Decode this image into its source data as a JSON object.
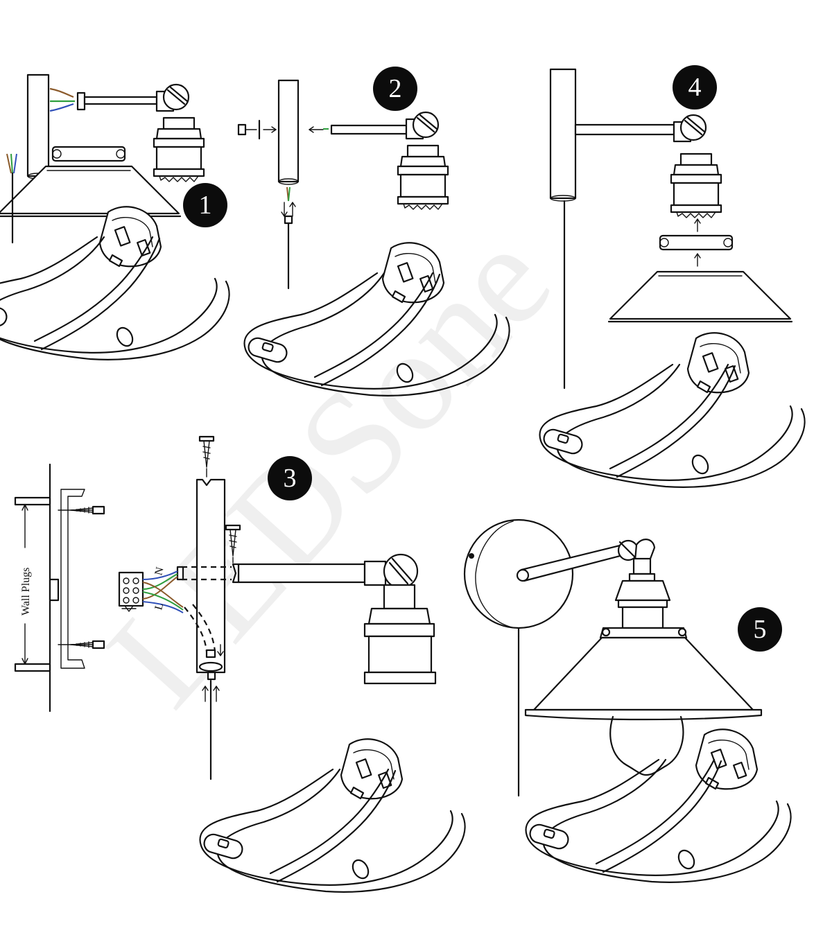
{
  "steps": [
    {
      "number": "1"
    },
    {
      "number": "2"
    },
    {
      "number": "3"
    },
    {
      "number": "4"
    },
    {
      "number": "5"
    }
  ],
  "labels": {
    "wall_plugs": "Wall Plugs",
    "neutral": "N",
    "live": "L"
  },
  "watermark": "LEDSone",
  "colors": {
    "wire_brown": "#8b5a2b",
    "wire_green": "#2e9e3e",
    "wire_blue": "#2f4fb8",
    "ink": "#111111"
  }
}
